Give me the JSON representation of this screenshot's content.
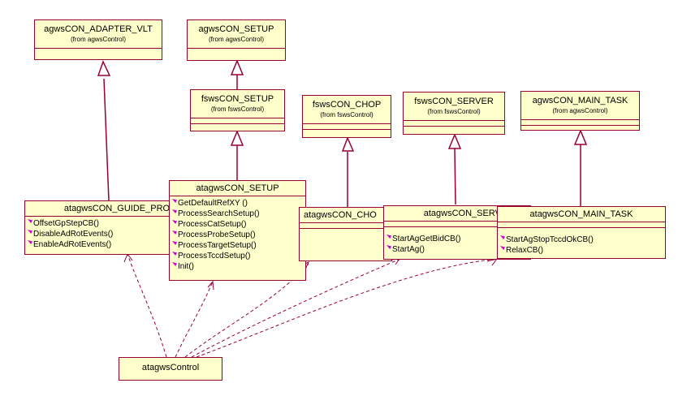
{
  "diagram": {
    "type": "UML class diagram",
    "colors": {
      "border": "#990033",
      "fill": "#ffffcc",
      "operation_icon": "#cc00cc"
    },
    "classes": {
      "adapter_vlt": {
        "name": "agwsCON_ADAPTER_VLT",
        "from": "(from agwsControl)"
      },
      "agws_setup": {
        "name": "agwsCON_SETUP",
        "from": "(from agwsControl)"
      },
      "fsws_setup": {
        "name": "fswsCON_SETUP",
        "from": "(from fswsControl)"
      },
      "fsws_chop": {
        "name": "fswsCON_CHOP",
        "from": "(from fswsControl)"
      },
      "fsws_server": {
        "name": "fswsCON_SERVER",
        "from": "(from fswsControl)"
      },
      "agws_main_task": {
        "name": "agwsCON_MAIN_TASK",
        "from": "(from agwsControl)"
      },
      "guide_pro": {
        "name": "atagwsCON_GUIDE_PRO",
        "operations": [
          "OffsetGpStepCB()",
          "DisableAdRotEvents()",
          "EnableAdRotEvents()"
        ]
      },
      "ata_setup": {
        "name": "atagwsCON_SETUP",
        "operations": [
          "GetDefaultRefXY ()",
          "ProcessSearchSetup()",
          "ProcessCatSetup()",
          "ProcessProbeSetup()",
          "ProcessTargetSetup()",
          "ProcessTccdSetup()",
          "Init()"
        ]
      },
      "ata_chop": {
        "name": "atagwsCON_CHO",
        "operations": []
      },
      "ata_server": {
        "name": "atagwsCON_SERVE",
        "operations": [
          "StartAgGetBidCB()",
          "StartAg()"
        ]
      },
      "ata_main_task": {
        "name": "atagwsCON_MAIN_TASK",
        "operations": [
          "StartAgStopTccdOkCB()",
          "RelaxCB()"
        ]
      },
      "control": {
        "name": "atagwsControl"
      }
    },
    "relations": [
      {
        "type": "generalization",
        "from": "guide_pro",
        "to": "adapter_vlt"
      },
      {
        "type": "generalization",
        "from": "fsws_setup",
        "to": "agws_setup"
      },
      {
        "type": "generalization",
        "from": "ata_setup",
        "to": "fsws_setup"
      },
      {
        "type": "generalization",
        "from": "ata_chop",
        "to": "fsws_chop"
      },
      {
        "type": "generalization",
        "from": "ata_server",
        "to": "fsws_server"
      },
      {
        "type": "generalization",
        "from": "ata_main_task",
        "to": "agws_main_task"
      },
      {
        "type": "dependency",
        "from": "control",
        "to": "guide_pro"
      },
      {
        "type": "dependency",
        "from": "control",
        "to": "ata_setup"
      },
      {
        "type": "dependency",
        "from": "control",
        "to": "ata_chop"
      },
      {
        "type": "dependency",
        "from": "control",
        "to": "ata_server"
      },
      {
        "type": "dependency",
        "from": "control",
        "to": "ata_main_task"
      }
    ]
  }
}
